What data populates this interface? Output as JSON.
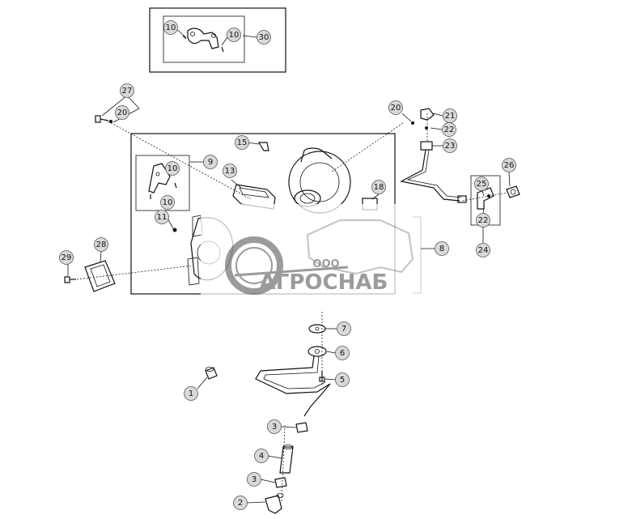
{
  "callouts": [
    {
      "id": "c30",
      "text": "30"
    },
    {
      "id": "c10a",
      "text": "10"
    },
    {
      "id": "c10b",
      "text": "10"
    },
    {
      "id": "c27",
      "text": "27"
    },
    {
      "id": "c20a",
      "text": "20"
    },
    {
      "id": "c20b",
      "text": "20"
    },
    {
      "id": "c21",
      "text": "21"
    },
    {
      "id": "c22a",
      "text": "22"
    },
    {
      "id": "c23",
      "text": "23"
    },
    {
      "id": "c15",
      "text": "15"
    },
    {
      "id": "c9",
      "text": "9"
    },
    {
      "id": "c10c",
      "text": "10"
    },
    {
      "id": "c10d",
      "text": "10"
    },
    {
      "id": "c13",
      "text": "13"
    },
    {
      "id": "c18",
      "text": "18"
    },
    {
      "id": "c11",
      "text": "11"
    },
    {
      "id": "c26",
      "text": "26"
    },
    {
      "id": "c25",
      "text": "25"
    },
    {
      "id": "c22b",
      "text": "22"
    },
    {
      "id": "c24",
      "text": "24"
    },
    {
      "id": "c8",
      "text": "8"
    },
    {
      "id": "c28",
      "text": "28"
    },
    {
      "id": "c29",
      "text": "29"
    },
    {
      "id": "c7",
      "text": "7"
    },
    {
      "id": "c6",
      "text": "6"
    },
    {
      "id": "c5",
      "text": "5"
    },
    {
      "id": "c1",
      "text": "1"
    },
    {
      "id": "c3a",
      "text": "3"
    },
    {
      "id": "c4",
      "text": "4"
    },
    {
      "id": "c3b",
      "text": "3"
    },
    {
      "id": "c2",
      "text": "2"
    }
  ],
  "watermark": {
    "line1": "ООО",
    "line2": "АГРОСНАБ"
  },
  "colors": {
    "line": "#111111",
    "callout_fill": "#d9d9d9",
    "watermark": "#8a8a8a"
  }
}
